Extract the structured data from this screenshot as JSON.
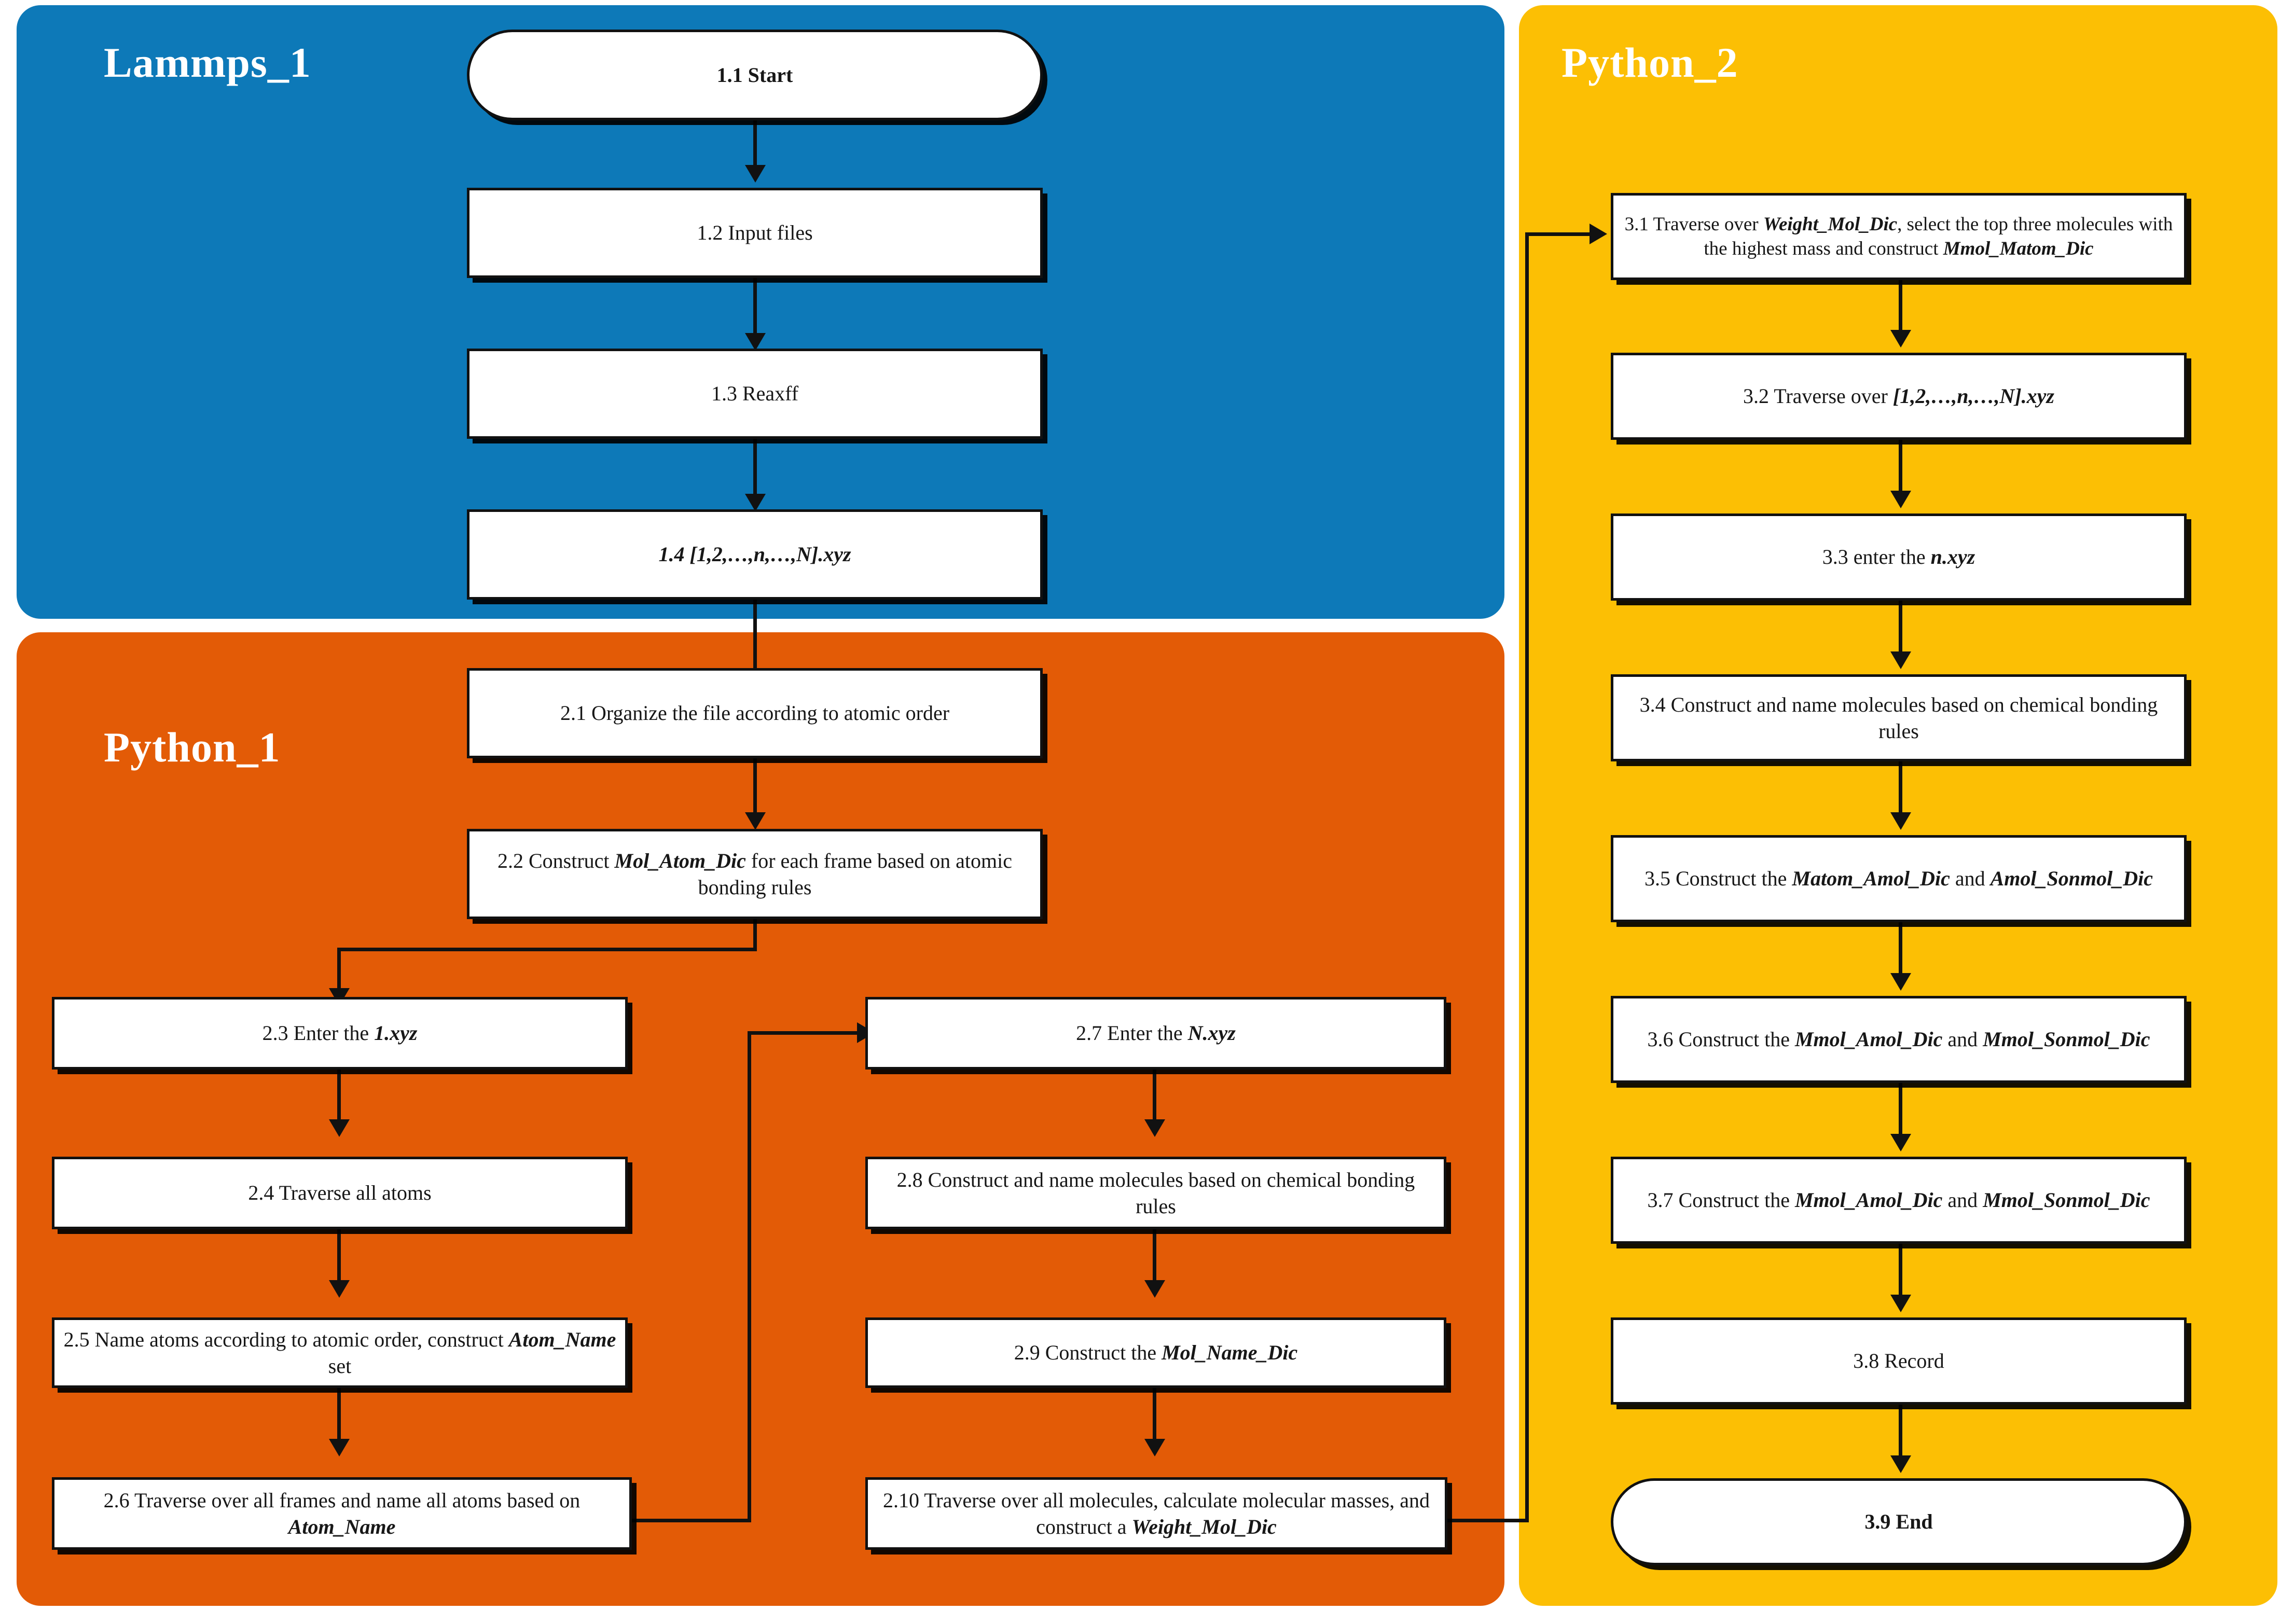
{
  "figure": {
    "type": "flowchart",
    "lanes": [
      {
        "id": "lammps_1",
        "title": "Lammps_1",
        "color": "#0d79b8"
      },
      {
        "id": "python_1",
        "title": "Python_1",
        "color": "#e35b06"
      },
      {
        "id": "python_2",
        "title": "Python_2",
        "color": "#fcbf04"
      }
    ]
  },
  "nodes": {
    "n11": {
      "label": "1.1 Start",
      "shape": "terminator",
      "lane": "lammps_1"
    },
    "n12": {
      "label": "1.2 Input files",
      "shape": "process",
      "lane": "lammps_1"
    },
    "n13": {
      "label": "1.3 Reaxff",
      "shape": "process",
      "lane": "lammps_1"
    },
    "n14": {
      "label": "1.4 [1,2,…,n,…,N].xyz",
      "shape": "process",
      "lane": "lammps_1",
      "italic": "all"
    },
    "n21": {
      "label": "2.1 Organize the file according to atomic order",
      "shape": "process",
      "lane": "python_1"
    },
    "n22": {
      "label": "2.2  Construct Mol_Atom_Dic for each frame based on atomic bonding rules",
      "shape": "process",
      "lane": "python_1",
      "parts": [
        {
          "t": "2.2  Construct ",
          "i": false
        },
        {
          "t": "Mol_Atom_Dic",
          "i": true
        },
        {
          "t": " for each frame based on atomic bonding rules",
          "i": false
        }
      ]
    },
    "n23": {
      "label": "2.3 Enter the 1.xyz",
      "shape": "process",
      "lane": "python_1",
      "parts": [
        {
          "t": "2.3 Enter the ",
          "i": false
        },
        {
          "t": "1.xyz",
          "i": true
        }
      ]
    },
    "n24": {
      "label": "2.4 Traverse all atoms",
      "shape": "process",
      "lane": "python_1"
    },
    "n25": {
      "label": "2.5 Name atoms according to atomic order, construct Atom_Name set",
      "shape": "process",
      "lane": "python_1",
      "parts": [
        {
          "t": "2.5 Name atoms according to atomic order, construct ",
          "i": false
        },
        {
          "t": "Atom_Name",
          "i": true
        },
        {
          "t": " set",
          "i": false
        }
      ]
    },
    "n26": {
      "label": "2.6 Traverse over all frames and name all atoms based on Atom_Name",
      "shape": "process",
      "lane": "python_1",
      "parts": [
        {
          "t": "2.6 Traverse over all frames and name all atoms based on ",
          "i": false
        },
        {
          "t": "Atom_Name",
          "i": true
        }
      ]
    },
    "n27": {
      "label": "2.7 Enter the N.xyz",
      "shape": "process",
      "lane": "python_1",
      "parts": [
        {
          "t": "2.7 Enter the ",
          "i": false
        },
        {
          "t": "N.xyz",
          "i": true
        }
      ]
    },
    "n28": {
      "label": "2.8 Construct and name molecules based on chemical bonding rules",
      "shape": "process",
      "lane": "python_1"
    },
    "n29": {
      "label": "2.9 Construct the Mol_Name_Dic",
      "shape": "process",
      "lane": "python_1",
      "parts": [
        {
          "t": "2.9 Construct the  ",
          "i": false
        },
        {
          "t": "Mol_Name_Dic",
          "i": true
        }
      ]
    },
    "n210": {
      "label": "2.10 Traverse over all molecules, calculate molecular masses, and construct a Weight_Mol_Dic",
      "shape": "process",
      "lane": "python_1",
      "parts": [
        {
          "t": "2.10 Traverse over all molecules, calculate molecular masses, and construct a ",
          "i": false
        },
        {
          "t": "Weight_Mol_Dic",
          "i": true
        }
      ]
    },
    "n31": {
      "label": "3.1 Traverse over Weight_Mol_Dic, select the top three molecules with the highest mass and construct Mmol_Matom_Dic",
      "shape": "process",
      "lane": "python_2",
      "parts": [
        {
          "t": "3.1 Traverse over ",
          "i": false
        },
        {
          "t": "Weight_Mol_Dic",
          "i": true
        },
        {
          "t": ", select the top three molecules with the highest mass and construct ",
          "i": false
        },
        {
          "t": "Mmol_Matom_Dic",
          "i": true
        }
      ]
    },
    "n32": {
      "label": "3.2 Traverse over  [1,2,…,n,…,N].xyz",
      "shape": "process",
      "lane": "python_2",
      "parts": [
        {
          "t": "3.2 Traverse over  ",
          "i": false
        },
        {
          "t": "[1,2,…,n,…,N].xyz",
          "i": true
        }
      ]
    },
    "n33": {
      "label": "3.3 enter the n.xyz",
      "shape": "process",
      "lane": "python_2",
      "parts": [
        {
          "t": "3.3 enter the ",
          "i": false
        },
        {
          "t": "n.xyz",
          "i": true
        }
      ]
    },
    "n34": {
      "label": "3.4 Construct and name molecules based on chemical bonding rules",
      "shape": "process",
      "lane": "python_2"
    },
    "n35": {
      "label": "3.5  Construct the Matom_Amol_Dic and Amol_Sonmol_Dic",
      "shape": "process",
      "lane": "python_2",
      "parts": [
        {
          "t": "3.5  Construct the ",
          "i": false
        },
        {
          "t": "Matom_Amol_Dic",
          "i": true
        },
        {
          "t": " and ",
          "i": false
        },
        {
          "t": "Amol_Sonmol_Dic",
          "i": true
        }
      ]
    },
    "n36": {
      "label": "3.6 Construct the Mmol_Amol_Dic and Mmol_Sonmol_Dic",
      "shape": "process",
      "lane": "python_2",
      "parts": [
        {
          "t": "3.6 Construct the ",
          "i": false
        },
        {
          "t": "Mmol_Amol_Dic",
          "i": true
        },
        {
          "t": "  and ",
          "i": false
        },
        {
          "t": "Mmol_Sonmol_Dic",
          "i": true
        }
      ]
    },
    "n37": {
      "label": "3.7  Construct the Mmol_Amol_Dic and Mmol_Sonmol_Dic",
      "shape": "process",
      "lane": "python_2",
      "parts": [
        {
          "t": "3.7  Construct the ",
          "i": false
        },
        {
          "t": "Mmol_Amol_Dic",
          "i": true
        },
        {
          "t": "  and ",
          "i": false
        },
        {
          "t": "Mmol_Sonmol_Dic",
          "i": true
        }
      ]
    },
    "n38": {
      "label": "3.8  Record",
      "shape": "process",
      "lane": "python_2"
    },
    "n39": {
      "label": "3.9  End",
      "shape": "terminator",
      "lane": "python_2"
    }
  },
  "edges": [
    {
      "from": "n11",
      "to": "n12"
    },
    {
      "from": "n12",
      "to": "n13"
    },
    {
      "from": "n13",
      "to": "n14"
    },
    {
      "from": "n14",
      "to": "n21"
    },
    {
      "from": "n21",
      "to": "n22"
    },
    {
      "from": "n22",
      "to": "n23"
    },
    {
      "from": "n23",
      "to": "n24"
    },
    {
      "from": "n24",
      "to": "n25"
    },
    {
      "from": "n25",
      "to": "n26"
    },
    {
      "from": "n26",
      "to": "n27"
    },
    {
      "from": "n27",
      "to": "n28"
    },
    {
      "from": "n28",
      "to": "n29"
    },
    {
      "from": "n29",
      "to": "n210"
    },
    {
      "from": "n210",
      "to": "n31"
    },
    {
      "from": "n31",
      "to": "n32"
    },
    {
      "from": "n32",
      "to": "n33"
    },
    {
      "from": "n33",
      "to": "n34"
    },
    {
      "from": "n34",
      "to": "n35"
    },
    {
      "from": "n35",
      "to": "n36"
    },
    {
      "from": "n36",
      "to": "n37"
    },
    {
      "from": "n37",
      "to": "n38"
    },
    {
      "from": "n38",
      "to": "n39"
    }
  ]
}
